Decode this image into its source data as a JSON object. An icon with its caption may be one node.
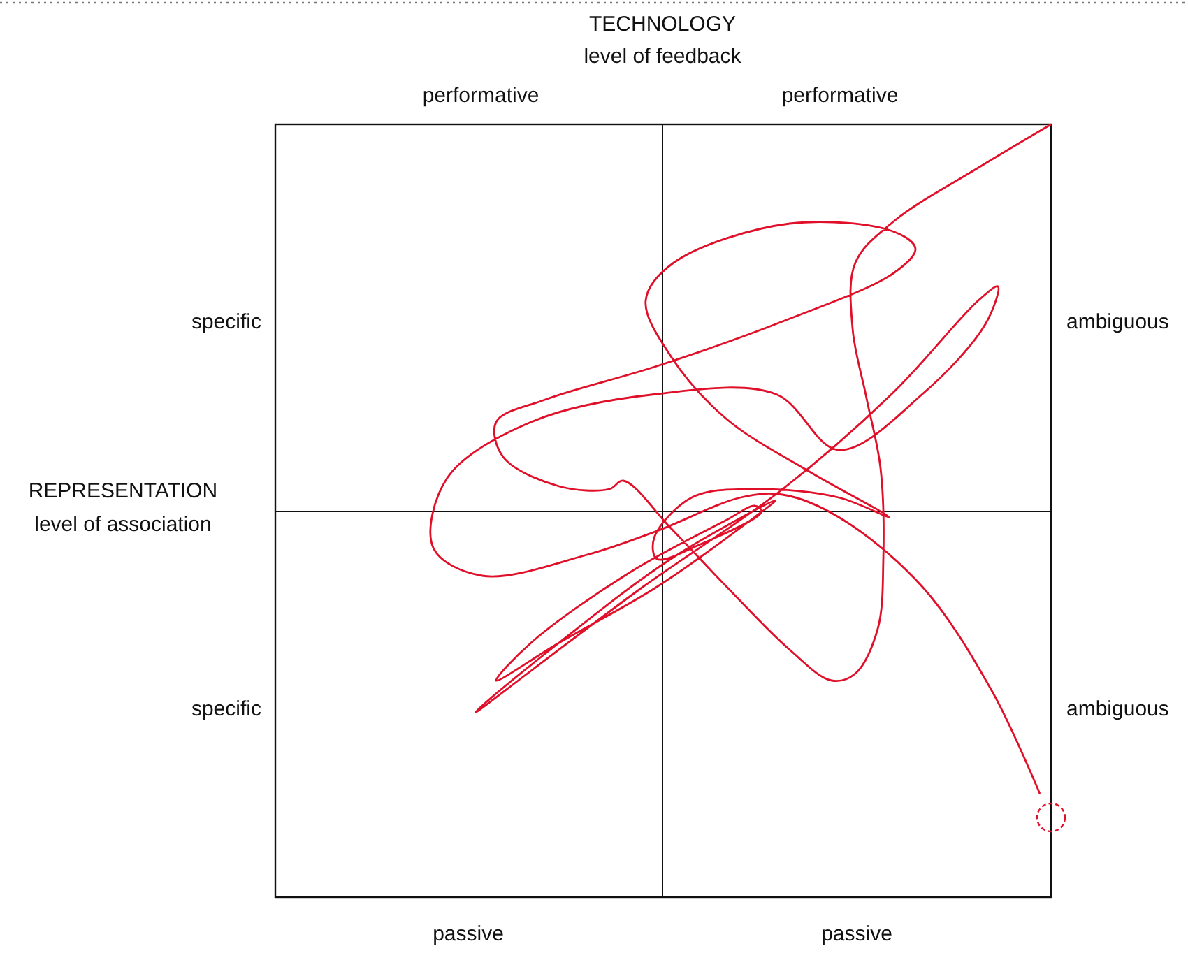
{
  "diagram": {
    "labels": [
      "TECHNOLOGY",
      "level of feedback",
      "performative",
      "performative",
      "specific",
      "ambiguous",
      "REPRESENTATION",
      "level of association",
      "specific",
      "ambiguous",
      "passive",
      "passive"
    ]
  }
}
